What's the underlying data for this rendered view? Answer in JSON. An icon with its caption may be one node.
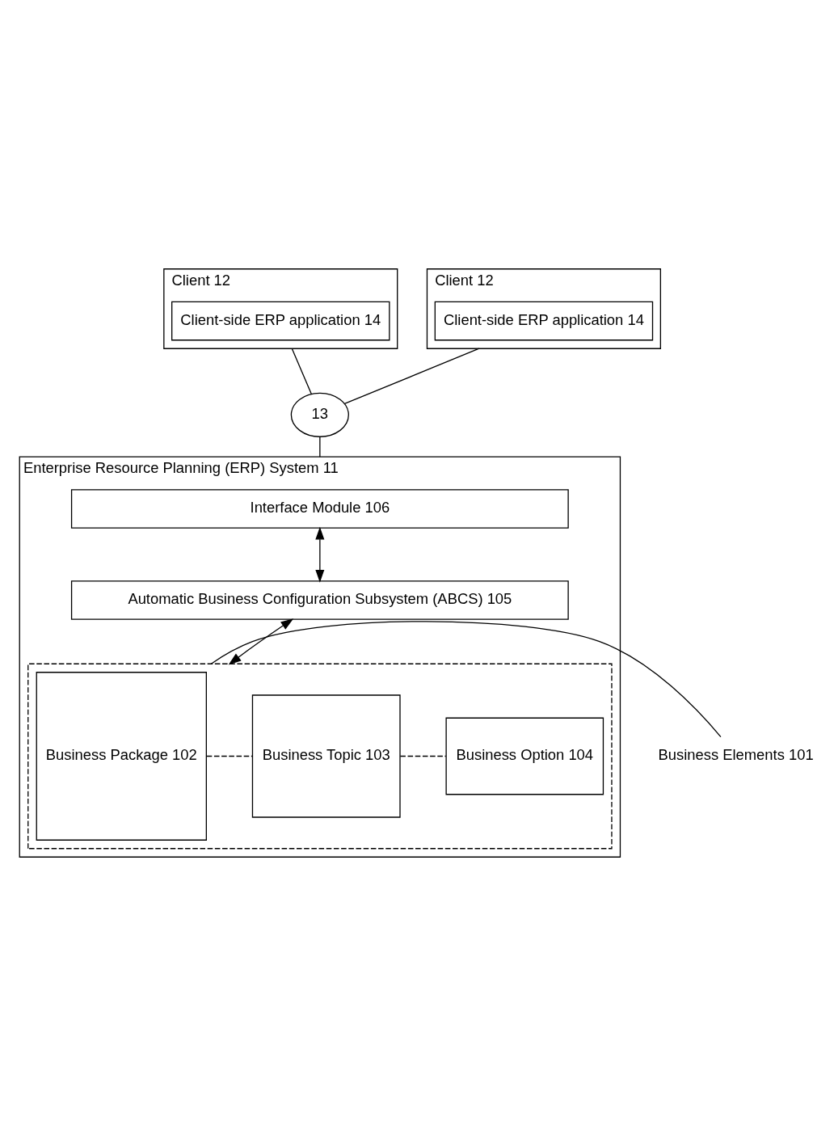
{
  "diagram": {
    "nodes": [
      {
        "text": [
          "Client 12"
        ]
      },
      {
        "text": [
          "Client-side ERP application 14"
        ],
        "in": 0
      },
      {
        "text": [
          "Client 12"
        ]
      },
      {
        "text": [
          "Client-side ERP application 14"
        ],
        "in": 2
      },
      {
        "text": [
          "13"
        ]
      },
      {
        "text": [
          "Enterprise Resource Planning (ERP) System 11"
        ]
      },
      {
        "text": [
          "Interface Module 106"
        ],
        "in": 5
      },
      {
        "text": [
          "Automatic Business Configuration Subsystem (ABCS) 105"
        ],
        "in": 5
      },
      {
        "text": [],
        "shape": "box",
        "in": 5
      },
      {
        "text": [
          "Business Package 102"
        ],
        "in": 8
      },
      {
        "text": [
          "Business Topic 103"
        ],
        "in": 8
      },
      {
        "text": [
          "Business Option 104"
        ],
        "in": 8
      },
      {
        "text": [
          "Business Elements 101"
        ]
      }
    ],
    "edges": [
      {
        "from": 0,
        "to": 4,
        "arrow": "none"
      },
      {
        "from": 2,
        "to": 4,
        "arrow": "none"
      },
      {
        "from": 4,
        "to": 5,
        "arrow": "none"
      },
      {
        "from": 6,
        "to": 7,
        "arrow": "both"
      },
      {
        "from": 7,
        "to": 8,
        "arrow": "both"
      },
      {
        "from": 9,
        "to": 10,
        "arrow": "none",
        "style": "dashed"
      },
      {
        "from": 10,
        "to": 11,
        "arrow": "none",
        "style": "dashed"
      },
      {
        "from": 12,
        "to": 8,
        "arrow": "none"
      }
    ]
  }
}
